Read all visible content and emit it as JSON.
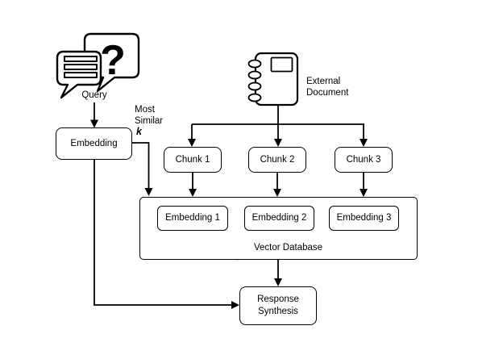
{
  "colors": {
    "stroke": "#000000",
    "background": "#ffffff",
    "box_fill": "#ffffff"
  },
  "diagram": {
    "query": {
      "icon": "chat-bubbles-icon",
      "question_mark": "?",
      "label": "Query"
    },
    "embedding_box": {
      "label": "Embedding"
    },
    "most_similar": {
      "lines": [
        "Most",
        "Similar"
      ],
      "k": "k"
    },
    "external_document": {
      "icon": "notebook-icon",
      "lines": [
        "External",
        "Document"
      ]
    },
    "chunks": [
      {
        "label": "Chunk 1"
      },
      {
        "label": "Chunk 2"
      },
      {
        "label": "Chunk 3"
      }
    ],
    "vector_db": {
      "icon": "database-cylinder-icon",
      "label": "Vector Database",
      "embeddings": [
        {
          "label": "Embedding 1"
        },
        {
          "label": "Embedding 2"
        },
        {
          "label": "Embedding 3"
        }
      ]
    },
    "response_synthesis": {
      "lines": [
        "Response",
        "Synthesis"
      ]
    }
  }
}
